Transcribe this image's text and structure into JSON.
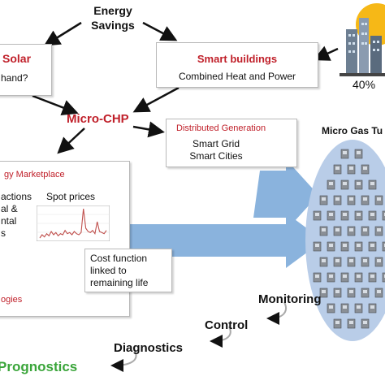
{
  "energy_savings": {
    "line1": "Energy",
    "line2": "Savings"
  },
  "solar_box": {
    "title": "Solar",
    "subtitle": "hand?"
  },
  "smart_buildings": {
    "title": "Smart buildings",
    "subtitle": "Combined Heat and Power"
  },
  "building_graphic": {
    "percent": "40%"
  },
  "micro_chp": {
    "label": "Micro-CHP"
  },
  "distributed_generation": {
    "title": "Distributed Generation",
    "line1": "Smart Grid",
    "line2": "Smart Cities"
  },
  "marketplace": {
    "title": "gy Marketplace",
    "left_lines": [
      "actions",
      "al &",
      "ntal",
      "s"
    ],
    "spot_label": "Spot prices",
    "bottom_label": "ogies"
  },
  "cost_function": {
    "lines": [
      "Cost function",
      "linked to",
      "remaining life"
    ]
  },
  "micro_gas": {
    "title": "Micro Gas Tu"
  },
  "stages": {
    "monitoring": "Monitoring",
    "control": "Control",
    "diagnostics": "Diagnostics",
    "prognostics": "Prognostics"
  },
  "colors": {
    "red_title": "#c0202a",
    "prognostics_green": "#3aa53a",
    "blue_arrow": "#8ab3dd",
    "ellipse_fill": "#b9cde8",
    "spot_line": "#c0504d"
  },
  "spot_series": [
    3,
    6,
    4,
    7,
    5,
    9,
    6,
    8,
    5,
    7,
    6,
    10,
    7,
    8,
    6,
    9,
    7,
    6,
    8,
    30,
    12,
    9,
    8,
    10,
    7,
    18,
    9,
    8,
    7,
    10
  ]
}
